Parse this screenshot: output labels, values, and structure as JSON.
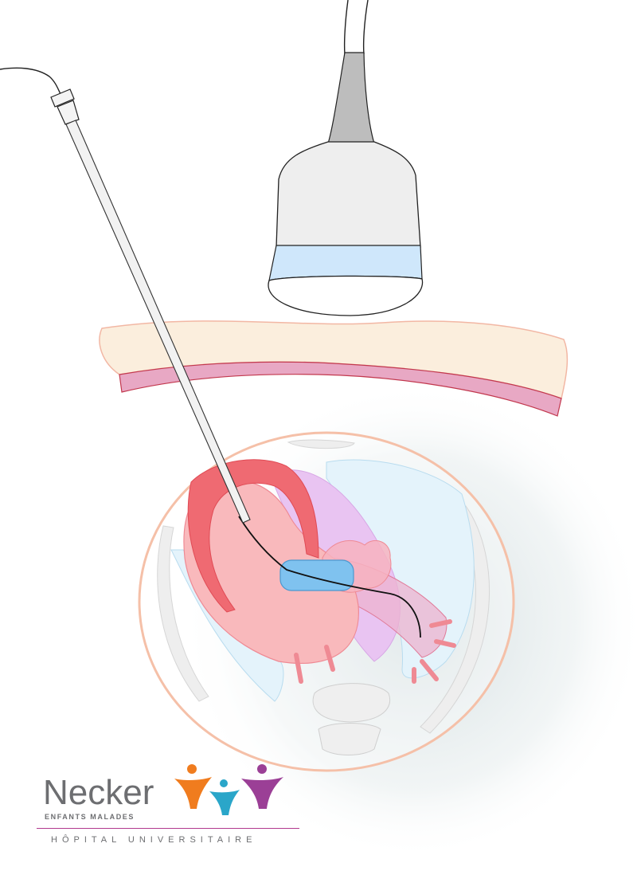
{
  "logo": {
    "name": "Necker",
    "subtitle": "ENFANTS MALADES",
    "hospital": "HÔPITAL UNIVERSITAIRE",
    "colors": {
      "text": "#6d6e71",
      "figure_orange": "#f07c1e",
      "figure_teal": "#2aa6c9",
      "figure_purple": "#9b3f96",
      "line": "#b13a8e"
    }
  },
  "palette": {
    "skin": "#fbeedd",
    "muscle": "#e8a8c4",
    "myocardium": "#ef6a72",
    "heart_chamber": "#f9b9bc",
    "aorta": "#e9c4f2",
    "lung": "#e4f3fb",
    "balloon": "#7fc2ef",
    "probe_gel": "#cfe7fb",
    "probe_body": "#eeeeee",
    "probe_neck": "#bdbdbd"
  }
}
